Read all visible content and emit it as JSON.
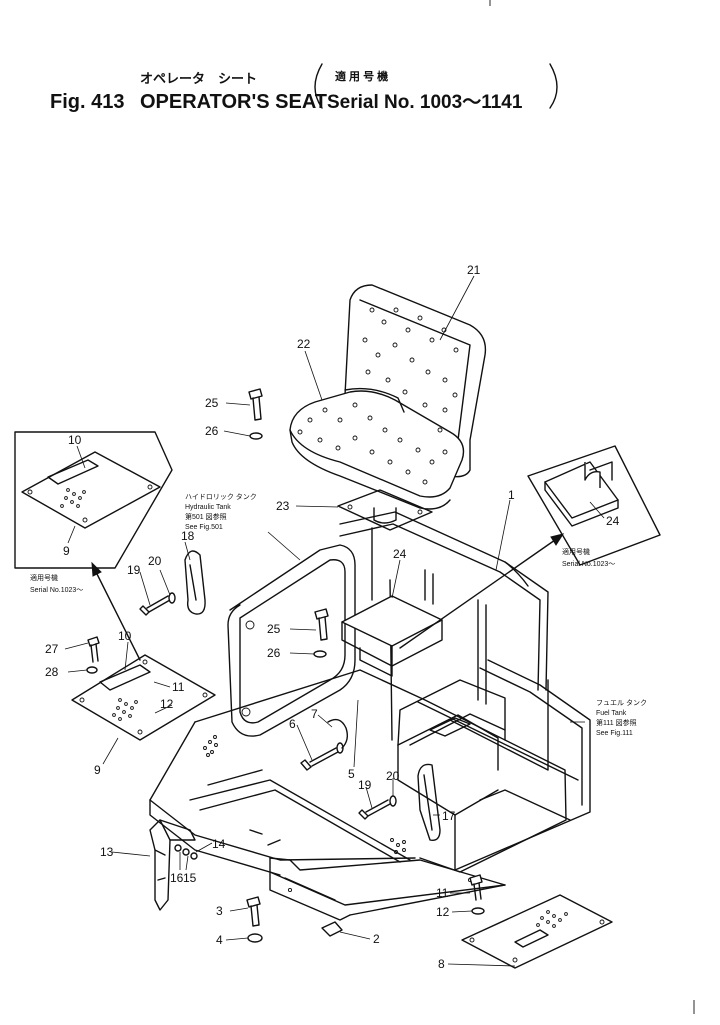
{
  "title": {
    "jp_line": "オペレータ　シート",
    "jp_serial": "適 用 号 機",
    "fig_no": "Fig. 413",
    "name": "OPERATOR'S SEAT",
    "serial": "Serial No. 1003～1141"
  },
  "notes": {
    "hydraulic_jp": "ハイドロリック タンク",
    "hydraulic_en": "Hydraulic Tank",
    "hydraulic_ref_jp": "第501 図参照",
    "hydraulic_ref_en": "See Fig.501",
    "fuel_jp": "フュエル タンク",
    "fuel_en": "Fuel Tank",
    "fuel_ref_jp": "第111 図参照",
    "fuel_ref_en": "See Fig.111",
    "serial_jp_left": "適用号機",
    "serial_en_left": "Serial No.1023～",
    "serial_jp_right": "適用号機",
    "serial_en_right": "Serial No.1023～"
  },
  "callouts": {
    "c21": "21",
    "c22": "22",
    "c25a": "25",
    "c26a": "26",
    "c23": "23",
    "c1": "1",
    "c24a": "24",
    "c24b": "24",
    "c18": "18",
    "c20a": "20",
    "c19a": "19",
    "c10a": "10",
    "c9a": "9",
    "c27": "27",
    "c28": "28",
    "c10b": "10",
    "c11a": "11",
    "c12a": "12",
    "c9b": "9",
    "c25b": "25",
    "c26b": "26",
    "c6": "6",
    "c7": "7",
    "c5": "5",
    "c19b": "19",
    "c20b": "20",
    "c17": "17",
    "c13": "13",
    "c14": "14",
    "c16": "16",
    "c15": "15",
    "c3": "3",
    "c4": "4",
    "c2": "2",
    "c11b": "11",
    "c12b": "12",
    "c8": "8"
  }
}
